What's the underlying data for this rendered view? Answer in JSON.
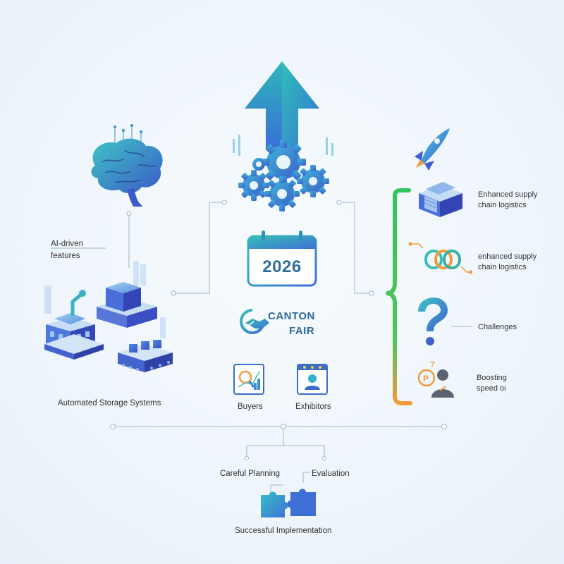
{
  "center": {
    "year": "2026",
    "brand_line1": "CANTON",
    "brand_line2": "FAIR",
    "buyers": "Buyers",
    "exhibitors": "Exhibitors"
  },
  "left": {
    "ai_line1": "AI-driven",
    "ai_line2": "features",
    "storage": "Automated Storage Systems"
  },
  "right": {
    "item1_line1": "Enhanced supply",
    "item1_line2": "chain logistics",
    "item2_line1": "enhanced supply",
    "item2_line2": "chain logistics",
    "item3": "Challenges",
    "item4_line1": "Boosting",
    "item4_line2": "speed οι"
  },
  "bottom": {
    "planning": "Careful Planning",
    "evaluation": "Evaluation",
    "implementation": "Successful Implementation"
  },
  "icons": [
    "brain-icon",
    "gears-icon",
    "rocket-icon",
    "warehouse-icon",
    "knot-icon",
    "question-icon",
    "speed-person-icon",
    "calendar-icon",
    "handshake-icon",
    "buyers-icon",
    "exhibitors-icon",
    "puzzle-icon",
    "arrow-up-icon",
    "factory-icon"
  ],
  "colors": {
    "accent_teal": "#2bb3c0",
    "accent_blue": "#3f6fd6",
    "bracket_green": "#35c45b",
    "bracket_orange": "#f29a3c",
    "line_gray": "#9fb4c4"
  }
}
